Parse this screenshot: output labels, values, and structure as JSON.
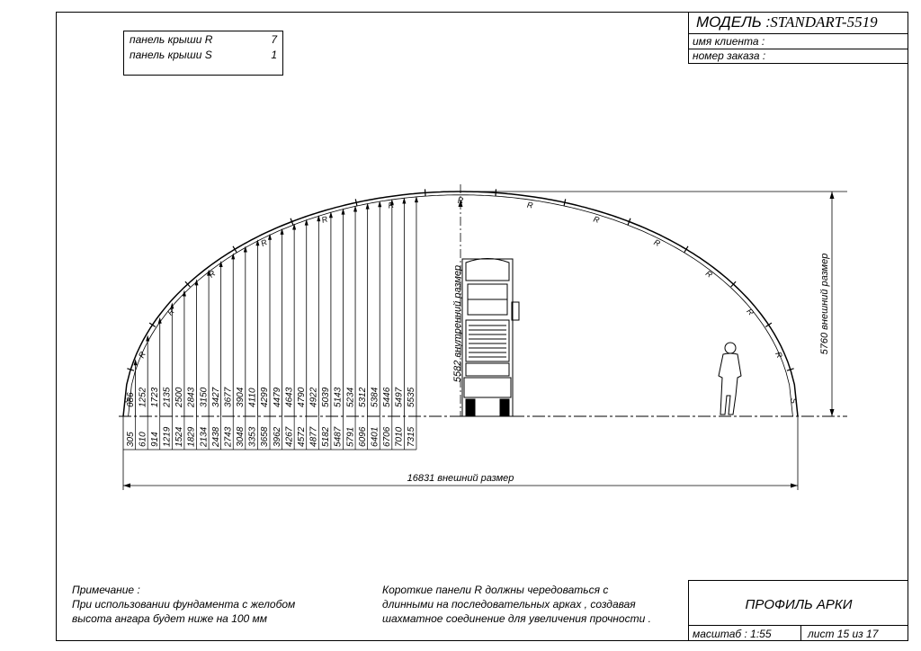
{
  "title_block": {
    "model_label": "МОДЕЛЬ :",
    "model_value": "STANDART-5519",
    "client_label": "имя клиента :",
    "order_label": "номер заказа :"
  },
  "panels": [
    {
      "name": "панель крыши R",
      "count": "7"
    },
    {
      "name": "панель крыши S",
      "count": "1"
    }
  ],
  "drawing": {
    "offsets": [
      "305",
      "610",
      "914",
      "1219",
      "1524",
      "1829",
      "2134",
      "2438",
      "2743",
      "3048",
      "3353",
      "3658",
      "3962",
      "4267",
      "4572",
      "4877",
      "5182",
      "5487",
      "5791",
      "6096",
      "6401",
      "6706",
      "7010",
      "7315"
    ],
    "heights": [
      "686",
      "1252",
      "1723",
      "2135",
      "2500",
      "2843",
      "3150",
      "3427",
      "3677",
      "3904",
      "4110",
      "4299",
      "4479",
      "4643",
      "4790",
      "4922",
      "5039",
      "5143",
      "5234",
      "5312",
      "5384",
      "5446",
      "5497",
      "5535"
    ],
    "inner_height_label": "5582 внутренний размер",
    "outer_height_label": "5760 внешний размер",
    "width_label": "16831 внешний размер",
    "panel_marks": [
      "S",
      "R",
      "R",
      "R",
      "R",
      "R",
      "R",
      "R",
      "R",
      "R",
      "R",
      "R",
      "R",
      "R",
      "S"
    ]
  },
  "notes": {
    "left": [
      "Примечание :",
      "При использовании фундамента с желобом",
      "высота ангара будет ниже на  100  мм"
    ],
    "middle": [
      "Короткие панели  R  должны чередоваться с",
      "длинными на последовательных арках , создавая",
      "шахматное соединение для увеличения прочности ."
    ]
  },
  "footer": {
    "profile_title": "ПРОФИЛЬ АРКИ",
    "scale": "масштаб : 1:55",
    "sheet": "лист  15  из  17"
  }
}
